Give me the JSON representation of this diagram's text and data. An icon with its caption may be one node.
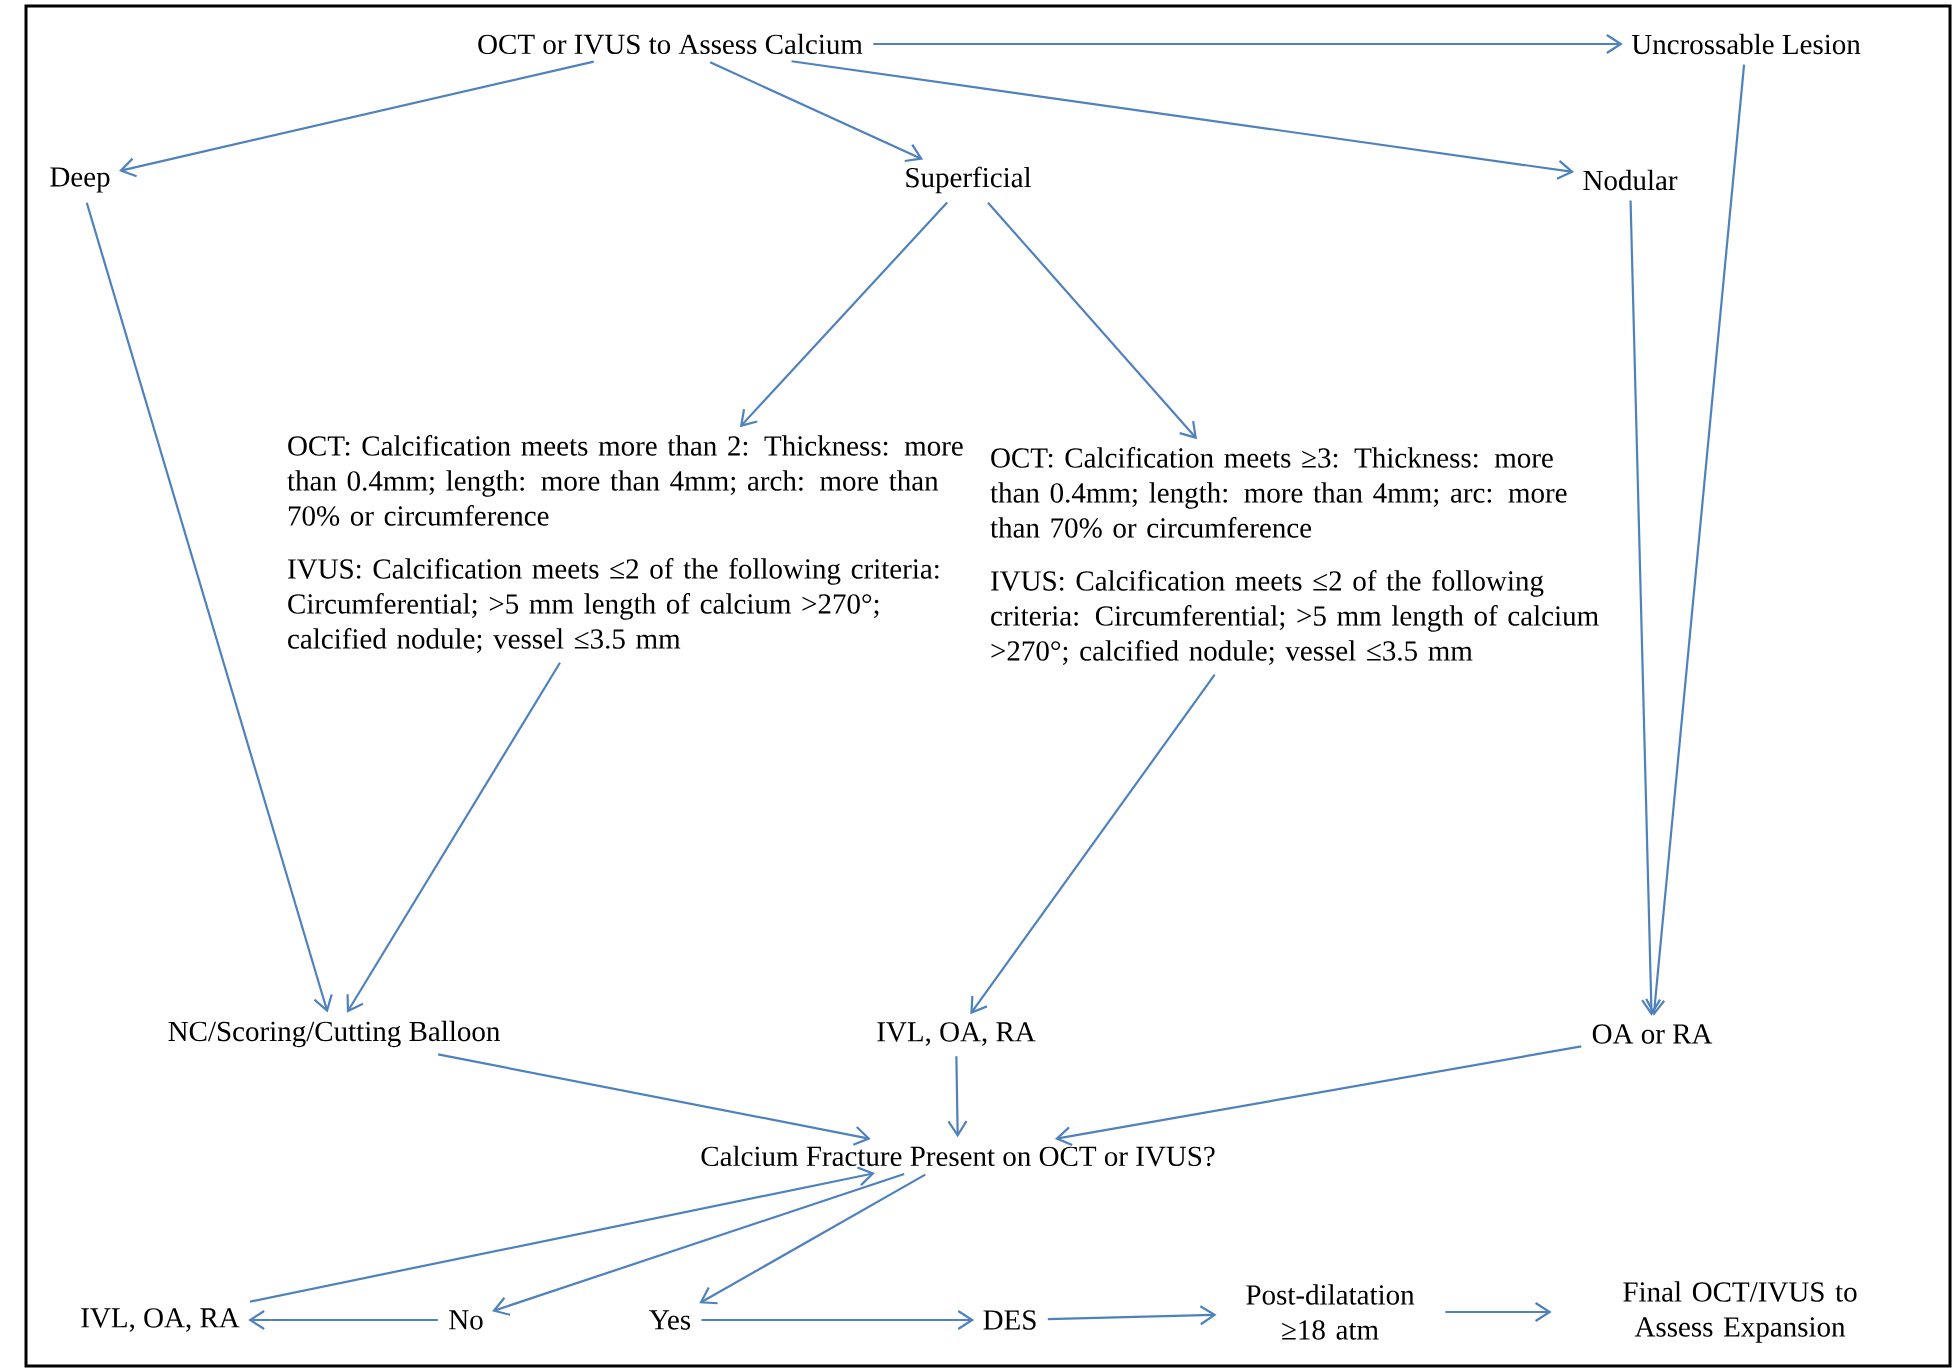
{
  "diagram": {
    "nodes": [
      {
        "text": [
          "OCT or IVUS to Assess Calcium"
        ]
      },
      {
        "text": [
          "Uncrossable Lesion"
        ]
      },
      {
        "text": [
          "Deep"
        ]
      },
      {
        "text": [
          "Superficial"
        ]
      },
      {
        "text": [
          "Nodular"
        ]
      },
      {
        "text": [
          "OCT: Calcification meets more than 2: Thickness: more than 0.4mm; length: more than 4mm; arch: more than 70% or circumference",
          "IVUS: Calcification meets ≤2 of the following criteria: Circumferential; >5 mm length of calcium >270°; calcified nodule; vessel ≤3.5 mm"
        ]
      },
      {
        "text": [
          "OCT: Calcification meets ≥3: Thickness: more than 0.4mm; length: more than 4mm; arc: more than 70% or circumference",
          "IVUS: Calcification meets ≤2 of the following criteria: Circumferential; >5 mm length of calcium >270°; calcified nodule; vessel ≤3.5 mm"
        ]
      },
      {
        "text": [
          "NC/Scoring/Cutting Balloon"
        ]
      },
      {
        "text": [
          "IVL, OA, RA"
        ]
      },
      {
        "text": [
          "OA or RA"
        ]
      },
      {
        "text": [
          "Calcium Fracture Present on OCT or IVUS?"
        ]
      },
      {
        "text": [
          "IVL, OA, RA"
        ]
      },
      {
        "text": [
          "No"
        ]
      },
      {
        "text": [
          "Yes"
        ]
      },
      {
        "text": [
          "DES"
        ]
      },
      {
        "text": [
          "Post-dilatation ≥18 atm"
        ]
      },
      {
        "text": [
          "Final OCT/IVUS to Assess Expansion"
        ]
      }
    ],
    "edges": [
      {
        "from": 0,
        "to": 1,
        "arrow": "to"
      },
      {
        "from": 0,
        "to": 2,
        "arrow": "to"
      },
      {
        "from": 0,
        "to": 3,
        "arrow": "to"
      },
      {
        "from": 0,
        "to": 4,
        "arrow": "to"
      },
      {
        "from": 1,
        "to": 9,
        "arrow": "to"
      },
      {
        "from": 2,
        "to": 7,
        "arrow": "to"
      },
      {
        "from": 3,
        "to": 5,
        "arrow": "to"
      },
      {
        "from": 3,
        "to": 6,
        "arrow": "to"
      },
      {
        "from": 4,
        "to": 9,
        "arrow": "to"
      },
      {
        "from": 5,
        "to": 7,
        "arrow": "to"
      },
      {
        "from": 6,
        "to": 8,
        "arrow": "to"
      },
      {
        "from": 7,
        "to": 10,
        "arrow": "to"
      },
      {
        "from": 8,
        "to": 10,
        "arrow": "to"
      },
      {
        "from": 9,
        "to": 10,
        "arrow": "to"
      },
      {
        "from": 10,
        "to": 12,
        "arrow": "to"
      },
      {
        "from": 10,
        "to": 13,
        "arrow": "to"
      },
      {
        "from": 12,
        "to": 11,
        "arrow": "to"
      },
      {
        "from": 11,
        "to": 10,
        "arrow": "to"
      },
      {
        "from": 13,
        "to": 14,
        "arrow": "to"
      },
      {
        "from": 14,
        "to": 15,
        "arrow": "to"
      },
      {
        "from": 15,
        "to": 16,
        "arrow": "to"
      }
    ]
  }
}
